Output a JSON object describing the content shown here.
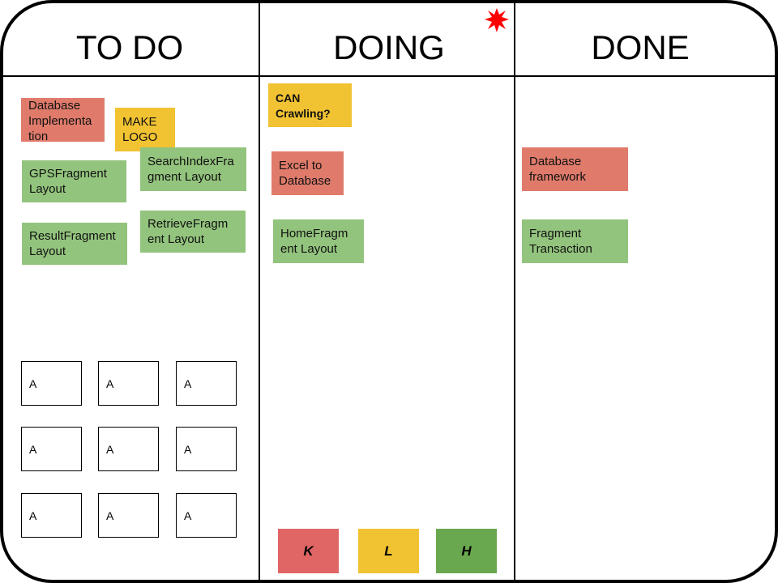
{
  "columns": {
    "todo": "TO DO",
    "doing": "DOING",
    "done": "DONE"
  },
  "notes": {
    "db_impl": "Database\nImplementa\ntion",
    "make_logo": "MAKE\nLOGO",
    "search_index": "SearchIndexFra\ngment Layout",
    "gps_fragment": "GPSFragment\nLayout",
    "result_fragment": "ResultFragment\nLayout",
    "retrieve_fragment": "RetrieveFragm\nent Layout",
    "can_crawling": "CAN\nCrawling?",
    "excel_db": "Excel to\nDatabase",
    "home_fragment": "HomeFragm\nent Layout",
    "db_framework": "Database\nframework",
    "fragment_transaction": "Fragment\nTransaction"
  },
  "slots": [
    "A",
    "A",
    "A",
    "A",
    "A",
    "A",
    "A",
    "A",
    "A"
  ],
  "legend": {
    "k": "K",
    "l": "L",
    "h": "H"
  },
  "colors": {
    "red_note": "#e07b6b",
    "yellow_note": "#f1c232",
    "green_note": "#93c47d",
    "legend_red": "#e06666",
    "legend_yellow": "#f1c232",
    "legend_green": "#6aa84f",
    "burst": "#ff0000"
  },
  "icons": {
    "burst": "red-starburst"
  }
}
